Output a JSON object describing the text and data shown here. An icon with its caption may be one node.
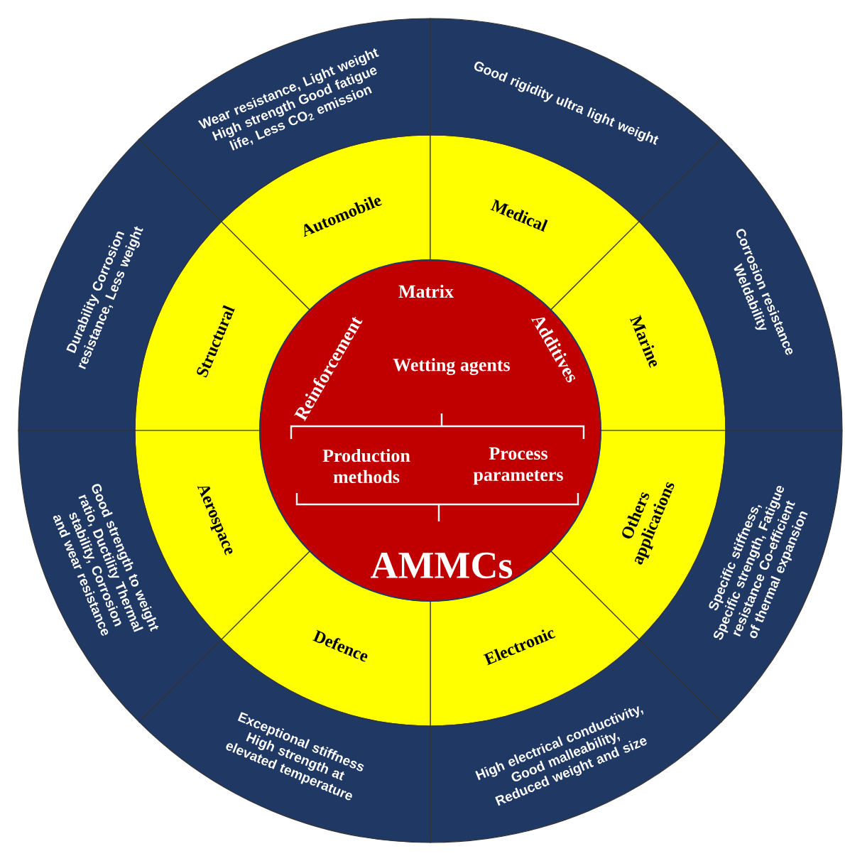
{
  "diagram": {
    "nodes": [
      {
        "text": [
          "Reinforcement",
          "Matrix",
          "Additives",
          "Wetting agents",
          "Production methods",
          "Process parameters",
          "AMMCs"
        ]
      },
      {
        "text": [
          "Structural"
        ]
      },
      {
        "text": [
          "Automobile"
        ]
      },
      {
        "text": [
          "Medical"
        ]
      },
      {
        "text": [
          "Marine"
        ]
      },
      {
        "text": [
          "Others applications"
        ]
      },
      {
        "text": [
          "Electronic"
        ]
      },
      {
        "text": [
          "Defence"
        ]
      },
      {
        "text": [
          "Aerospace"
        ]
      },
      {
        "text": [
          "Durability Corrosion resistance, Less weight"
        ]
      },
      {
        "text": [
          "Wear resistance, Light weight High strength Good fatigue life, Less CO$_{2}$ emission"
        ]
      },
      {
        "text": [
          "Good rigidity ultra light weight"
        ]
      },
      {
        "text": [
          "Corrosion resistance Weldability"
        ]
      },
      {
        "text": [
          "Specific stiffness, Specific strength, Fatigue resistance Co-efficient of thermal expansion"
        ]
      },
      {
        "text": [
          "High electrical conductivity, Good malleability, Reduced weight and size"
        ]
      },
      {
        "text": [
          "Exceptional stiffness High strength at elevated temperature"
        ]
      },
      {
        "text": [
          "Good strength to weight ratio, Ductility Thermal stability, Corrosion and wear resistance"
        ]
      }
    ]
  }
}
